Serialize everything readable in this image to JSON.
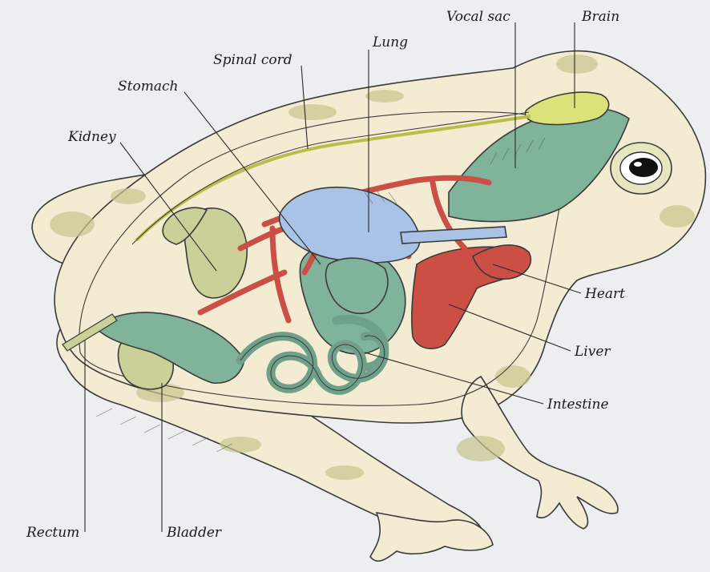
{
  "diagram": {
    "labels": {
      "vocal_sac": "Vocal sac",
      "brain": "Brain",
      "lung": "Lung",
      "spinal_cord": "Spinal cord",
      "stomach": "Stomach",
      "kidney": "Kidney",
      "heart": "Heart",
      "liver": "Liver",
      "intestine": "Intestine",
      "rectum": "Rectum",
      "bladder": "Bladder"
    },
    "colors": {
      "background": "#eceef0",
      "skin": "#f3ecd2",
      "skin_spots": "#c8c58c",
      "muscle_green": "#7fb39a",
      "blood_red": "#cc4f45",
      "lung_blue": "#a9c3e6",
      "kidney_olive": "#cbcf98",
      "brain_yellow": "#dce27a",
      "spinal_yellow": "#d9de6a"
    }
  }
}
